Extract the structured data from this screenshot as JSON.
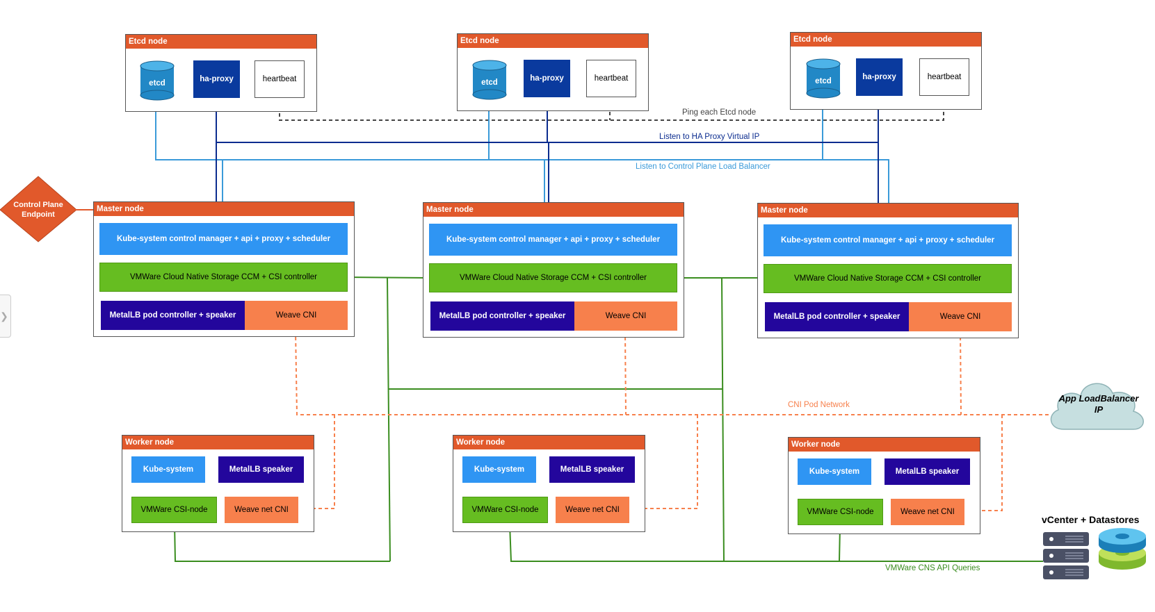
{
  "etcd_nodes": [
    {
      "title": "Etcd node",
      "etcd": "etcd",
      "haproxy": "ha-proxy",
      "heartbeat": "heartbeat"
    },
    {
      "title": "Etcd node",
      "etcd": "etcd",
      "haproxy": "ha-proxy",
      "heartbeat": "heartbeat"
    },
    {
      "title": "Etcd node",
      "etcd": "etcd",
      "haproxy": "ha-proxy",
      "heartbeat": "heartbeat"
    }
  ],
  "master_nodes": [
    {
      "title": "Master node",
      "kube": "Kube-system control manager + api + proxy + scheduler",
      "cns": "VMWare Cloud Native Storage CCM + CSI controller",
      "metallb": "MetalLB pod controller + speaker",
      "weave": "Weave CNI"
    },
    {
      "title": "Master node",
      "kube": "Kube-system control manager + api + proxy + scheduler",
      "cns": "VMWare Cloud Native Storage CCM + CSI controller",
      "metallb": "MetalLB pod controller + speaker",
      "weave": "Weave CNI"
    },
    {
      "title": "Master node",
      "kube": "Kube-system control manager + api + proxy + scheduler",
      "cns": "VMWare Cloud Native Storage CCM + CSI controller",
      "metallb": "MetalLB pod controller + speaker",
      "weave": "Weave CNI"
    }
  ],
  "worker_nodes": [
    {
      "title": "Worker node",
      "kube": "Kube-system",
      "metallb": "MetalLB speaker",
      "csi": "VMWare CSI-node",
      "weave": "Weave net CNI"
    },
    {
      "title": "Worker node",
      "kube": "Kube-system",
      "metallb": "MetalLB speaker",
      "csi": "VMWare CSI-node",
      "weave": "Weave net CNI"
    },
    {
      "title": "Worker node",
      "kube": "Kube-system",
      "metallb": "MetalLB speaker",
      "csi": "VMWare CSI-node",
      "weave": "Weave net CNI"
    }
  ],
  "labels": {
    "ping": "Ping each Etcd node",
    "ha_vip": "Listen to HA Proxy Virtual IP",
    "cp_lb": "Listen to Control Plane Load Balancer",
    "cni_network": "CNI Pod Network",
    "cns_api": "VMWare CNS API Queries",
    "endpoint": "Control Plane Endpoint",
    "app_lb": "App LoadBalancer IP",
    "vcenter": "vCenter + Datastores"
  },
  "colors": {
    "header": "#e1592b",
    "kube": "#2f95f3",
    "cns": "#66bd21",
    "metallb": "#23069c",
    "weave": "#f7804c",
    "haproxy": "#0a3a9e",
    "etcd": "#2288c6",
    "ha_line": "#0b2c8f",
    "cp_line": "#3a9ad9",
    "green_line": "#3a8d1f",
    "cni_line": "#f7804c"
  },
  "icons": [
    "etcd-cylinder-icon",
    "server-rack-icon",
    "datastore-disk-icon",
    "cloud-icon",
    "diamond-endpoint-icon",
    "chevron-right-icon"
  ]
}
